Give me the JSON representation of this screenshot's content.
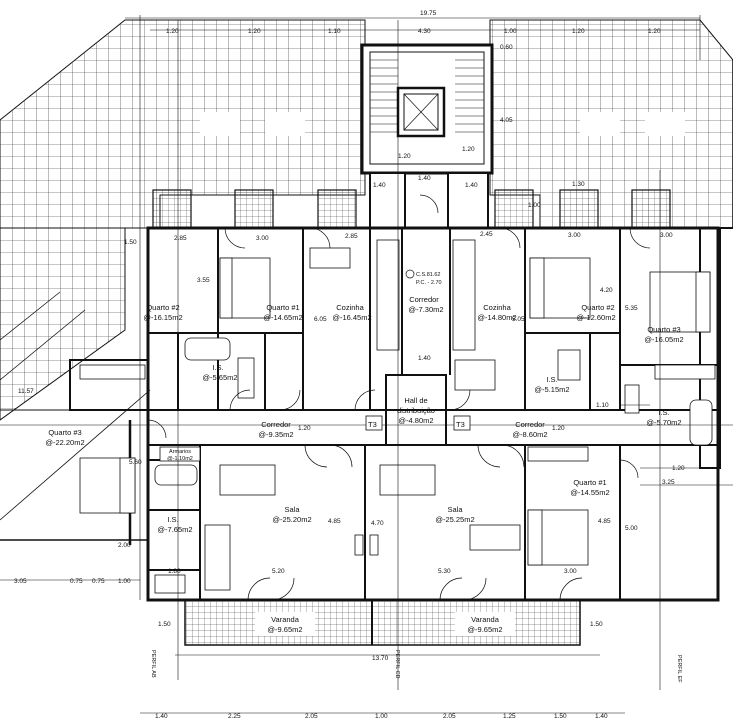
{
  "rooms": {
    "left_quarto2": {
      "name": "Quarto #2",
      "area": "@-16.15m2"
    },
    "left_quarto1": {
      "name": "Quarto #1",
      "area": "@-14.65m2"
    },
    "left_cozinha": {
      "name": "Cozinha",
      "area": "@-16.45m2"
    },
    "corredor_center": {
      "name": "Corredor",
      "area": "@-7.30m2"
    },
    "right_cozinha": {
      "name": "Cozinha",
      "area": "@-14.80m2"
    },
    "right_quarto2": {
      "name": "Quarto #2",
      "area": "@-12.60m2"
    },
    "right_quarto3": {
      "name": "Quarto #3",
      "area": "@-16.05m2"
    },
    "left_is_upper": {
      "name": "I.S.",
      "area": "@-5.65m2"
    },
    "right_is_upper": {
      "name": "I.S.",
      "area": "@-5.15m2"
    },
    "left_quarto3": {
      "name": "Quarto #3",
      "area": "@-22.20m2"
    },
    "left_corredor": {
      "name": "Corredor",
      "area": "@-9.35m2"
    },
    "hall": {
      "name1": "Hall de",
      "name2": "distribuição",
      "area": "@-4.80m2"
    },
    "right_corredor": {
      "name": "Corredor",
      "area": "@-8.60m2"
    },
    "right_is_far": {
      "name": "I.S.",
      "area": "@-5.70m2"
    },
    "armarios": {
      "name": "Armarios",
      "area": "@-1.10m2"
    },
    "left_is_lower": {
      "name": "I.S.",
      "area": "@-7.65m2"
    },
    "left_sala": {
      "name": "Sala",
      "area": "@-25.20m2"
    },
    "right_sala": {
      "name": "Sala",
      "area": "@-25.25m2"
    },
    "right_quarto1": {
      "name": "Quarto #1",
      "area": "@-14.55m2"
    },
    "left_varanda": {
      "name": "Varanda",
      "area": "@-9.65m2"
    },
    "right_varanda": {
      "name": "Varanda",
      "area": "@-9.65m2"
    }
  },
  "labels": {
    "t3_left": "T3",
    "t3_right": "T3",
    "level_1": "C.S.81.62",
    "level_2": "P.C. - 2.70",
    "perfil_ab": "PERFIL AB",
    "perfil_cd": "PERFIL CD",
    "perfil_ef": "PERFIL EF"
  },
  "dimensions": {
    "total_top": "19.75",
    "top": [
      "1.20",
      "1.20",
      "1.10",
      "4.30",
      "1.00",
      "1.20",
      "1.20"
    ],
    "stair": [
      "1.20",
      "1.20",
      "4.05",
      "0.60",
      "1.40",
      "1.40",
      "1.40",
      "1.30",
      "1.00"
    ],
    "rooms_row": [
      "2.85",
      "3.00",
      "2.85",
      "2.45",
      "3.00",
      "3.00",
      "1.50",
      "3.55",
      "6.05",
      "5.05",
      "4.20",
      "5.35"
    ],
    "middle": [
      "1.40",
      "1.20",
      "1.20",
      "1.10",
      "1.20",
      "3.25",
      "11.57",
      "5.60",
      "4.85",
      "4.70",
      "4.85",
      "5.00",
      "2.00"
    ],
    "bottom": [
      "1.80",
      "5.20",
      "5.30",
      "3.00",
      "3.05",
      "0.75",
      "0.75",
      "1.00",
      "1.50",
      "1.50",
      "13.70"
    ],
    "footer": [
      "1.40",
      "2.25",
      "2.05",
      "1.00",
      "2.05",
      "1.25",
      "1.50",
      "1.40"
    ]
  }
}
